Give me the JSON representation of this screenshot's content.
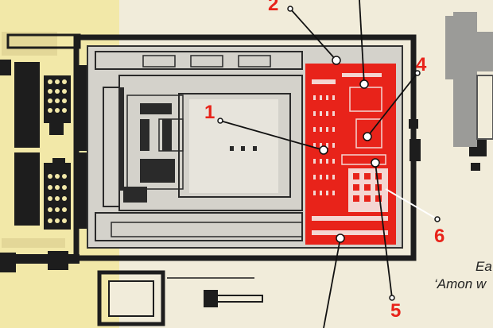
{
  "markers": [
    {
      "id": "m1",
      "label": "1",
      "color": "#e8231a"
    },
    {
      "id": "m2",
      "label": "2",
      "color": "#e8231a"
    },
    {
      "id": "m4",
      "label": "4",
      "color": "#e8231a"
    },
    {
      "id": "m5",
      "label": "5",
      "color": "#e8231a"
    },
    {
      "id": "m6",
      "label": "6",
      "color": "#e8231a"
    }
  ],
  "caption": {
    "line1": "Ea",
    "line2": "‘Amon w"
  },
  "colors": {
    "panel": "#f1ecda",
    "background": "#e9e1c3",
    "yellow_zone": "#f2e8a8",
    "wall": "#1d1d1d",
    "grey_zone": "#d4d2cb",
    "highlight": "#e8231a",
    "leader_line": "#111111"
  }
}
